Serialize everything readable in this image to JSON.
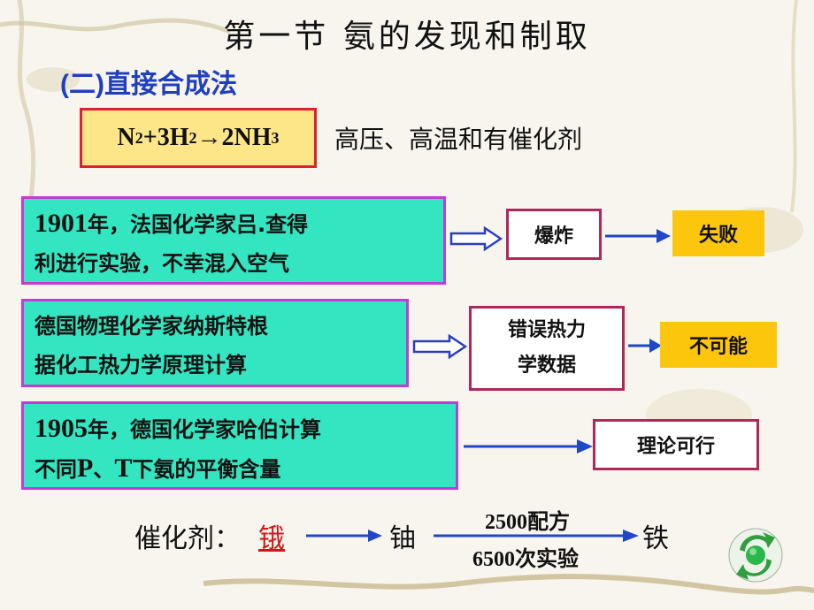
{
  "slide": {
    "title": "第一节  氨的发现和制取",
    "subtitle": "(二)直接合成法"
  },
  "formula": {
    "n": "N",
    "n_sub": "2",
    "plus3h": "+3H",
    "h_sub": "2",
    "arrow_nh": " →2NH",
    "nh_sub": "3",
    "conditions": "高压、高温和有催化剂"
  },
  "rows": [
    {
      "num": "1901",
      "text1": "年，法国化学家吕.查得",
      "text2": "利进行实验，不幸混入空气",
      "result": "爆炸",
      "outcome": "失败"
    },
    {
      "text1": "德国物理化学家纳斯特根",
      "text2": "据化工热力学原理计算",
      "result1": "错误热力",
      "result2": "学数据",
      "outcome": "不可能"
    },
    {
      "num": "1905",
      "text1": "年，德国化学家哈伯计算",
      "text2a": "不同",
      "text2p": "P",
      "text2b": "、",
      "text2t": "T",
      "text2c": "下氨的平衡含量",
      "result": "理论可行"
    }
  ],
  "catalyst": {
    "label": "催化剂：",
    "first": "锇",
    "second": "铀",
    "above": "2500配方",
    "below": "6500次实验",
    "final": "铁"
  },
  "colors": {
    "accent_blue": "#1f3fbf",
    "box_fill": "#33e6c1",
    "box_border": "#c23bd2",
    "outcome_fill": "#fcc60c",
    "formula_fill": "#fde687",
    "formula_border": "#d9232e",
    "link_red": "#d01818"
  },
  "icons": {
    "nav": "recycle-nav-icon"
  }
}
